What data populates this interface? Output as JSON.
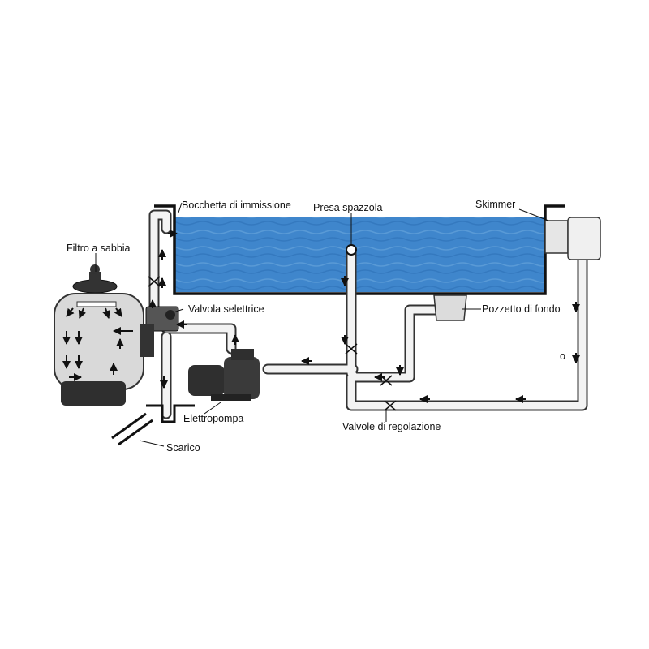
{
  "labels": {
    "inlet": "Bocchetta di immissione",
    "vacuum": "Presa spazzola",
    "skimmer": "Skimmer",
    "sand_filter": "Filtro a sabbia",
    "selector_valve": "Valvola selettrice",
    "main_drain": "Pozzetto di fondo",
    "pump": "Elettropompa",
    "regulation_valves": "Valvole di regolazione",
    "drain": "Scarico",
    "or": "o"
  },
  "colors": {
    "water": "#3f86cc",
    "pipe_fill": "#f3f3f3",
    "pipe_stroke": "#333333",
    "filter_body": "#d9d9d9",
    "filter_base": "#2f2f2f",
    "outline": "#111111"
  }
}
